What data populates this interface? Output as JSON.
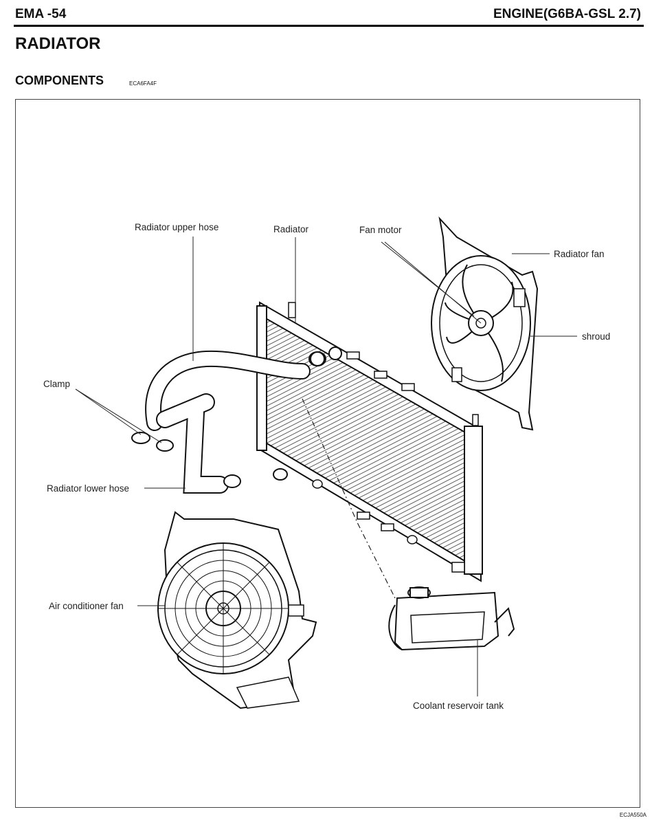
{
  "header": {
    "left": "EMA -54",
    "right": "ENGINE(G6BA-GSL 2.7)"
  },
  "page_title": "RADIATOR",
  "section": {
    "title": "COMPONENTS",
    "code": "ECA6FA4F"
  },
  "figure": {
    "code": "ECJA550A",
    "labels": {
      "upper_hose": "Radiator upper hose",
      "radiator": "Radiator",
      "fan_motor": "Fan motor",
      "radiator_fan": "Radiator fan",
      "shroud": "shroud",
      "clamp": "Clamp",
      "lower_hose": "Radiator lower hose",
      "ac_fan": "Air conditioner fan",
      "reservoir": "Coolant reservoir tank"
    }
  }
}
